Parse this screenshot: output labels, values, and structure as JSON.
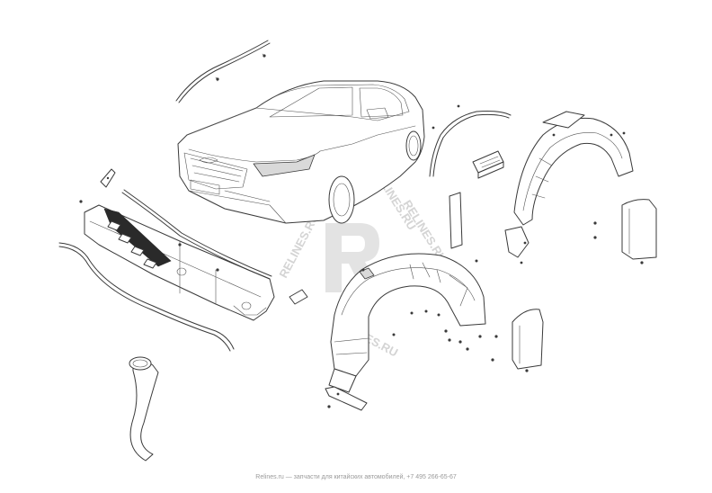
{
  "watermark": {
    "brand": "RELINES.RU",
    "logo_letter": "R"
  },
  "footer": {
    "text": "Relines.ru — запчасти для китайских автомобилей, +7 495 266-65-67"
  }
}
